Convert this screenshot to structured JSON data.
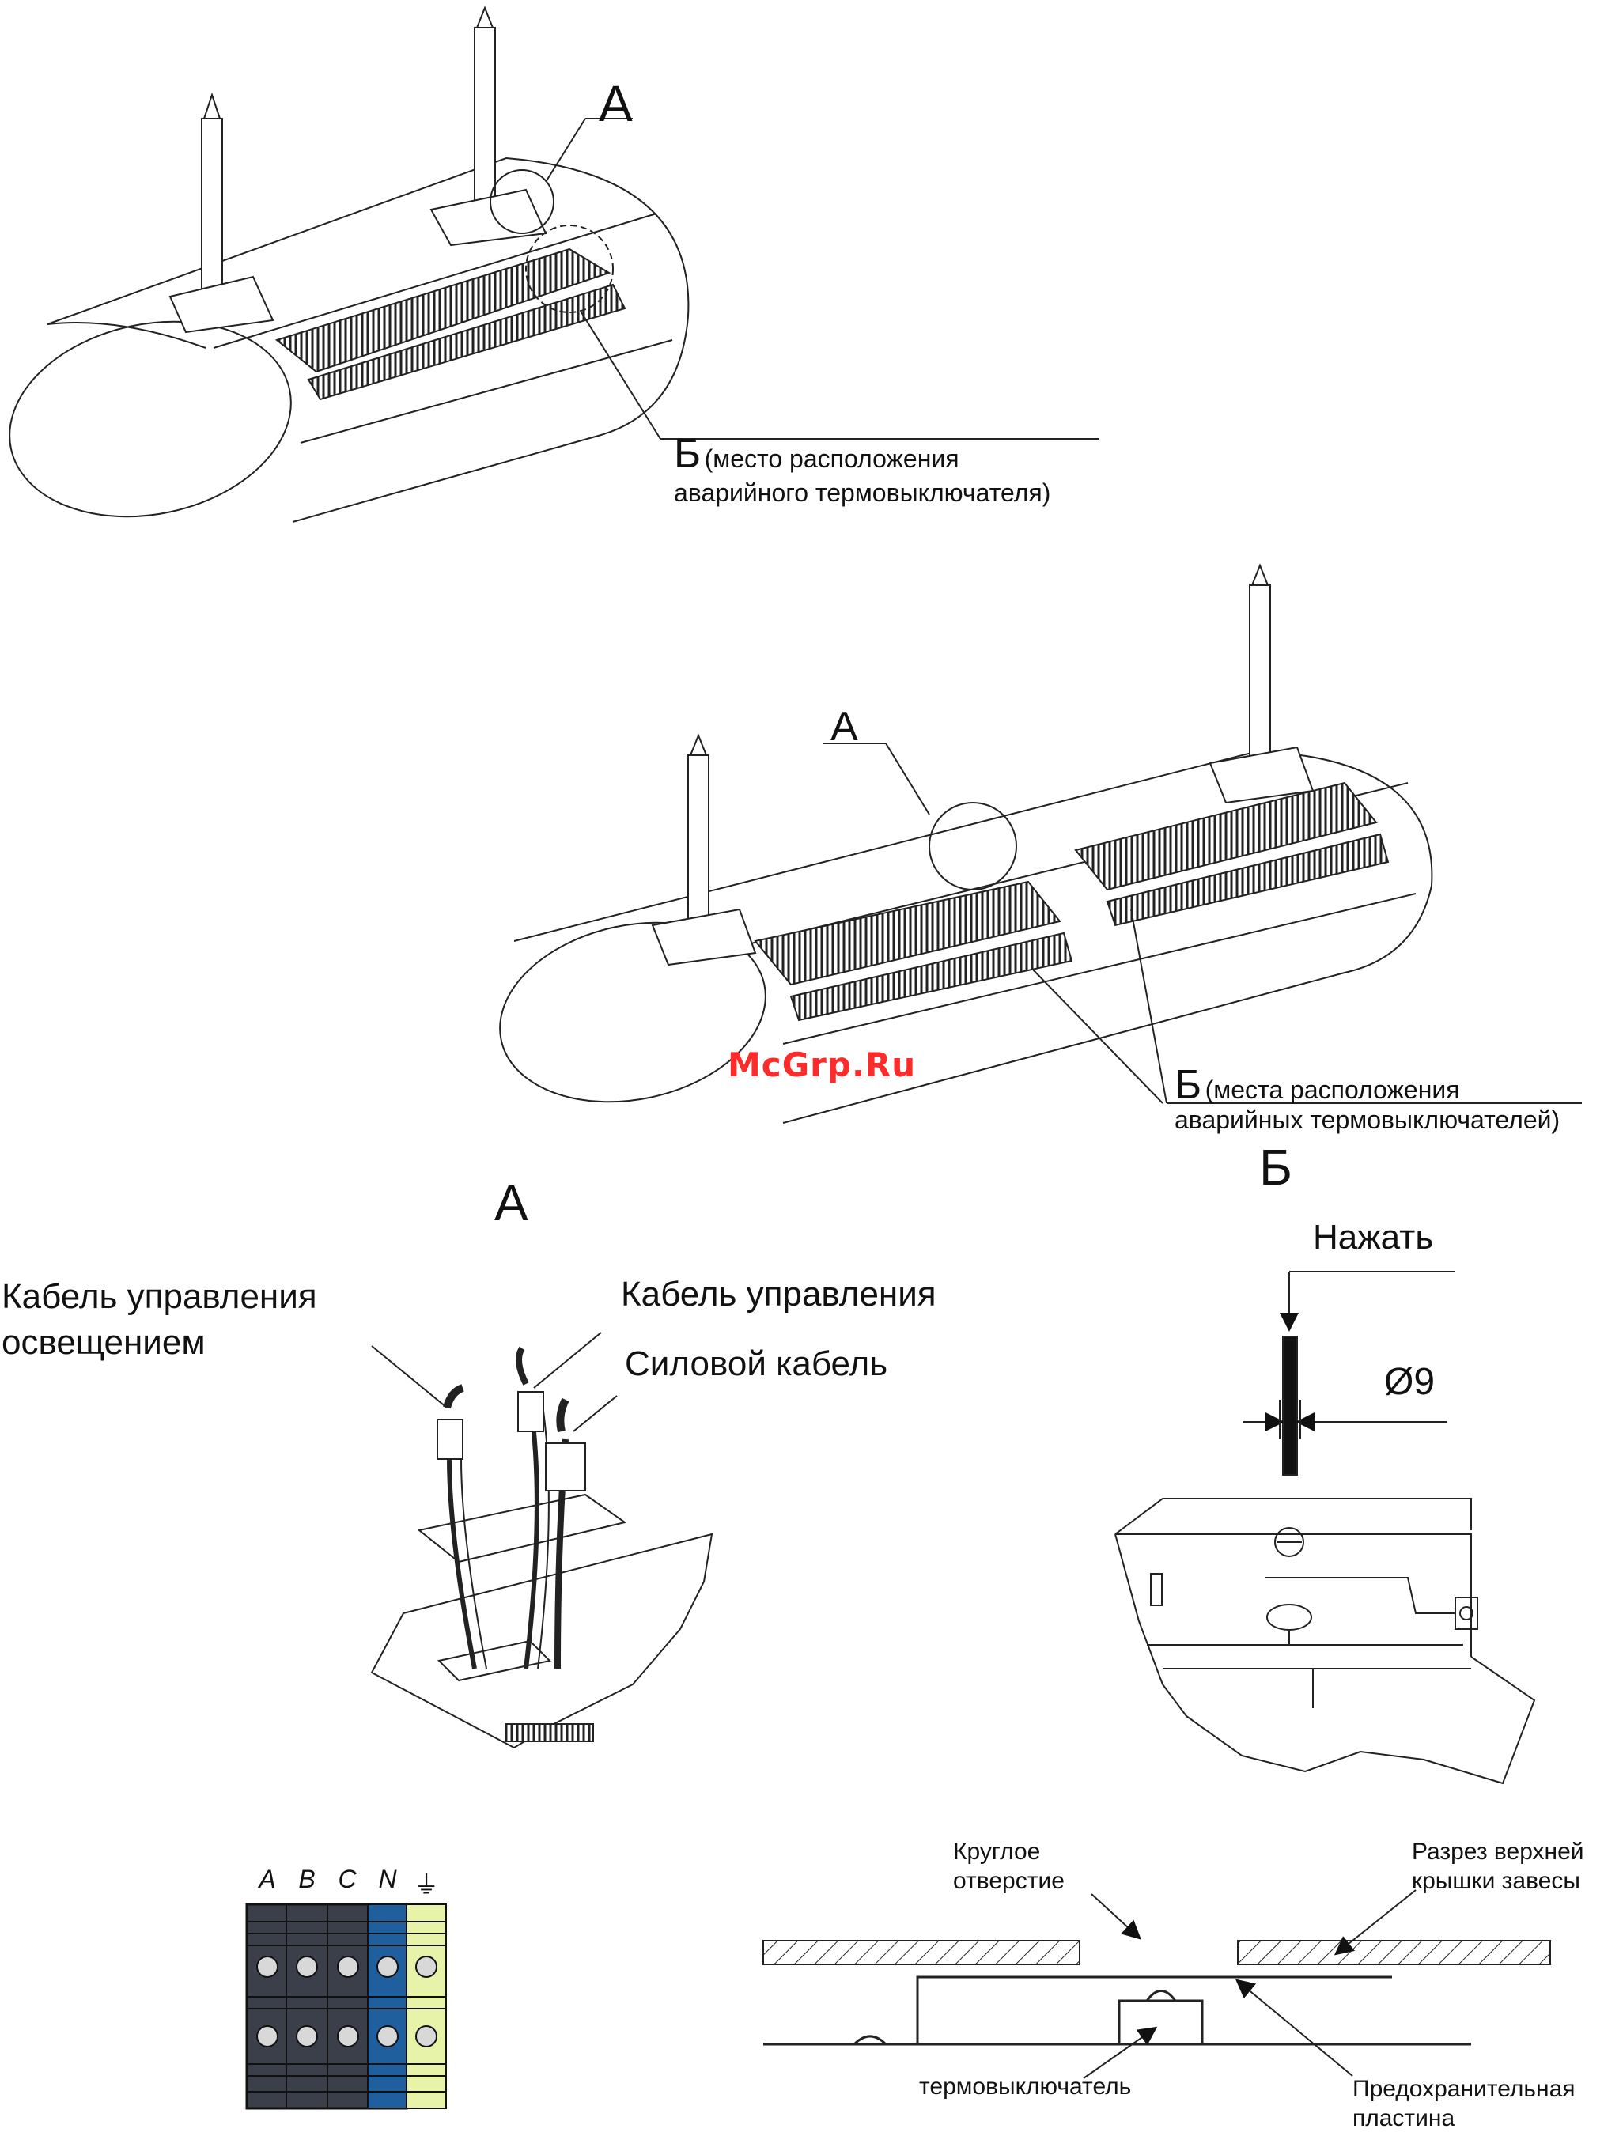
{
  "figure1": {
    "callout_a": "А",
    "callout_b_letter": "Б",
    "callout_b_line1": "(место расположения",
    "callout_b_line2": "аварийного термовыключателя)"
  },
  "figure2": {
    "callout_a": "А",
    "callout_b_letter": "Б",
    "callout_b_line1": "(места расположения",
    "callout_b_line2": "аварийных термовыключателей)"
  },
  "watermark": "McGrp.Ru",
  "detail_a": {
    "title": "А",
    "cable_light_line1": "Кабель управления",
    "cable_light_line2": "освещением",
    "cable_control": "Кабель управления",
    "cable_power": "Силовой кабель"
  },
  "detail_b": {
    "title": "Б",
    "press": "Нажать",
    "diameter": "Ø9"
  },
  "terminal_block": {
    "terminals": [
      "A",
      "B",
      "C",
      "N",
      "⏚"
    ],
    "colors": {
      "dark": "#3b3f4a",
      "blue": "#1f5f9e",
      "green": "#e6f3a8"
    }
  },
  "section": {
    "round_hole_line1": "Круглое",
    "round_hole_line2": "отверстие",
    "cover_cut_line1": "Разрез верхней",
    "cover_cut_line2": "крышки завесы",
    "thermoswitch": "термовыключатель",
    "plate_line1": "Предохранительная",
    "plate_line2": "пластина"
  }
}
